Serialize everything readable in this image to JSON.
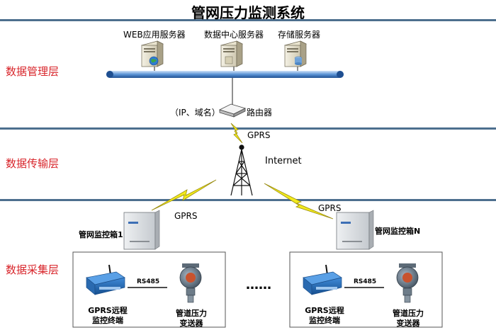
{
  "title": "管网压力监测系统",
  "layers": {
    "management": "数据管理层",
    "transmission": "数据传输层",
    "collection": "数据采集层"
  },
  "servers": [
    {
      "label": "WEB应用服务器",
      "icon": "web-server-icon"
    },
    {
      "label": "数据中心服务器",
      "icon": "database-server-icon"
    },
    {
      "label": "存储服务器",
      "icon": "storage-server-icon"
    }
  ],
  "router": {
    "ip_note": "（IP、域名）",
    "label": "路由器"
  },
  "gprs": [
    "GPRS",
    "GPRS",
    "GPRS"
  ],
  "internet": "Internet",
  "boxes": [
    {
      "label": "管网监控箱1"
    },
    {
      "label": "管网监控箱N"
    }
  ],
  "units": [
    {
      "terminal_line1": "GPRS远程",
      "terminal_line2": "监控终端",
      "link": "RS485",
      "sensor_line1": "管道压力",
      "sensor_line2": "变送器"
    },
    {
      "terminal_line1": "GPRS远程",
      "terminal_line2": "监控终端",
      "link": "RS485",
      "sensor_line1": "管道压力",
      "sensor_line2": "变送器"
    }
  ],
  "ellipsis": "……",
  "colors": {
    "layer_text": "#d8242a",
    "divider": "#4d6f8e",
    "bus": "#2c6bbf",
    "lightning": "#f2ea1d"
  }
}
